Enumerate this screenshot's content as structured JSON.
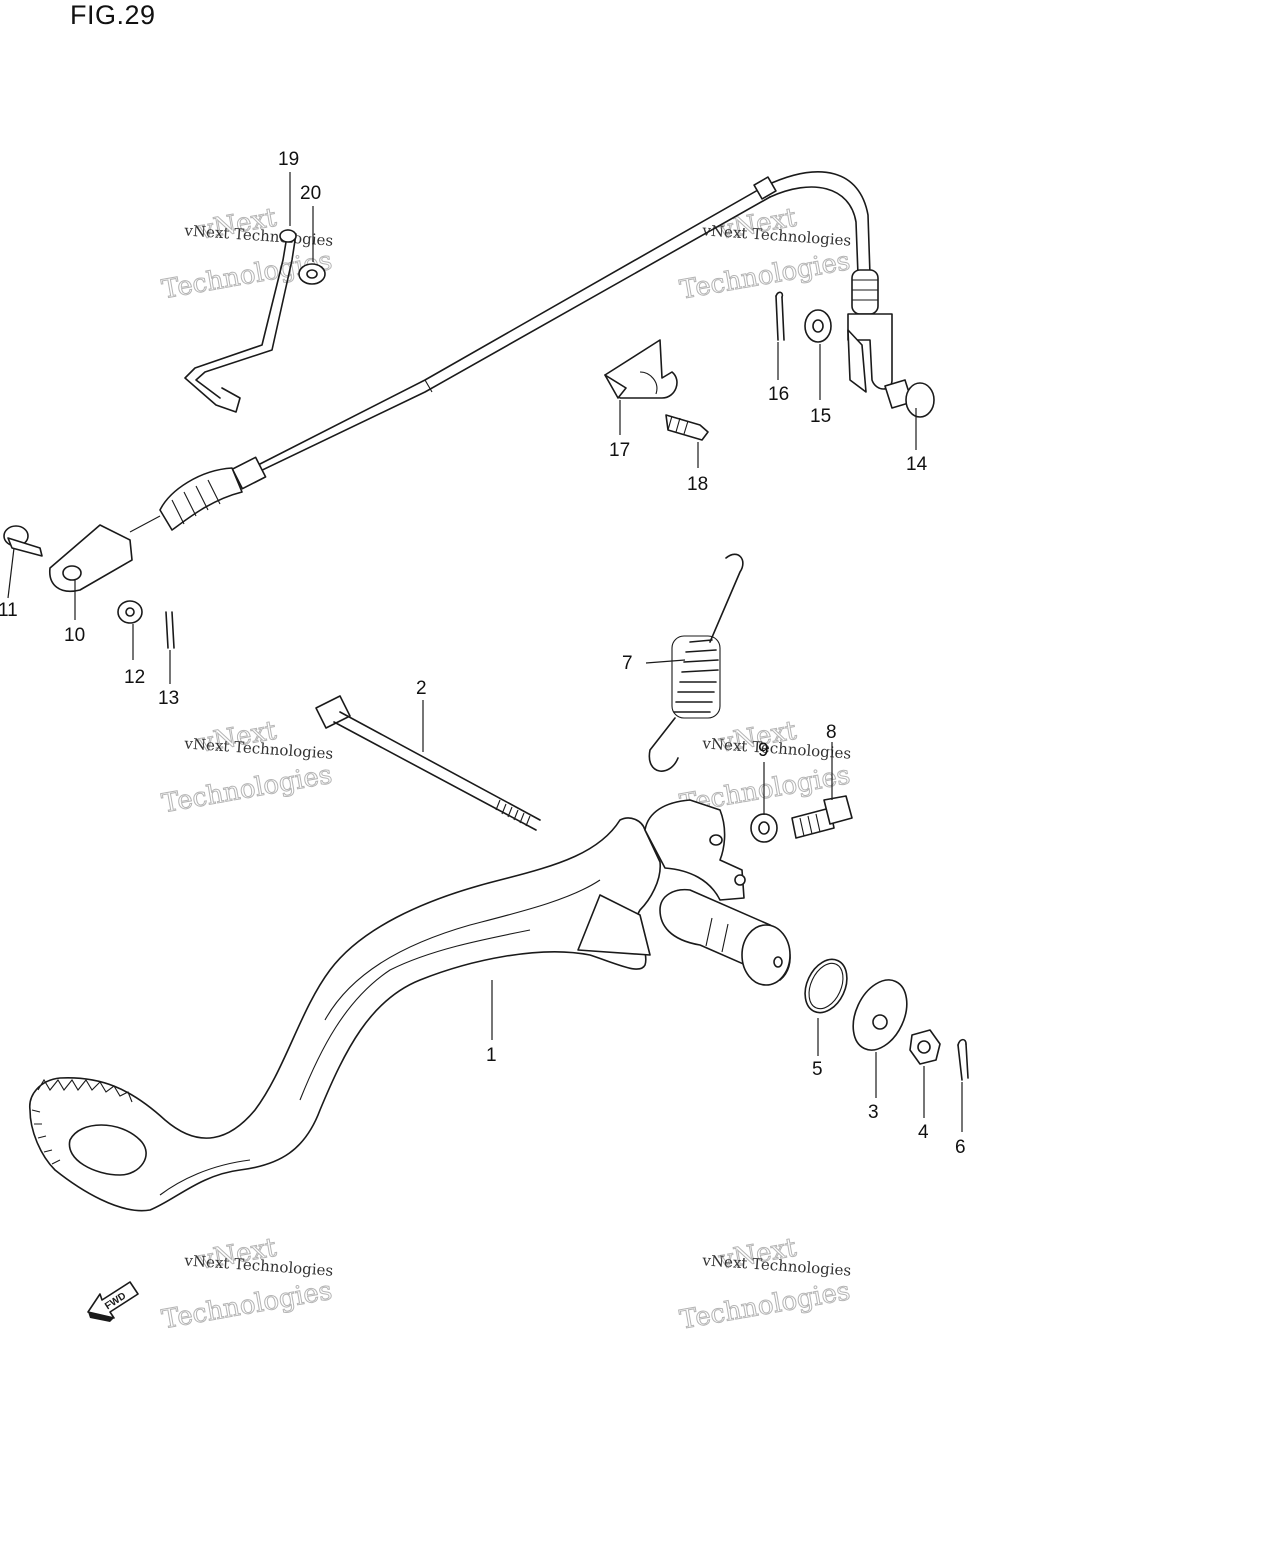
{
  "figure": {
    "title": "FIG.29"
  },
  "watermark": {
    "line1": "vNext Technologies",
    "line2": "vNext",
    "line3": "Technologies"
  },
  "fwd_label": "FWD",
  "callouts": [
    {
      "id": "c1",
      "text": "1"
    },
    {
      "id": "c2",
      "text": "2"
    },
    {
      "id": "c3",
      "text": "3"
    },
    {
      "id": "c4",
      "text": "4"
    },
    {
      "id": "c5",
      "text": "5"
    },
    {
      "id": "c6",
      "text": "6"
    },
    {
      "id": "c7",
      "text": "7"
    },
    {
      "id": "c8",
      "text": "8"
    },
    {
      "id": "c9",
      "text": "9"
    },
    {
      "id": "c10",
      "text": "10"
    },
    {
      "id": "c11",
      "text": "11"
    },
    {
      "id": "c12",
      "text": "12"
    },
    {
      "id": "c13",
      "text": "13"
    },
    {
      "id": "c14",
      "text": "14"
    },
    {
      "id": "c15",
      "text": "15"
    },
    {
      "id": "c16",
      "text": "16"
    },
    {
      "id": "c17",
      "text": "17"
    },
    {
      "id": "c18",
      "text": "18"
    },
    {
      "id": "c19",
      "text": "19"
    },
    {
      "id": "c20",
      "text": "20"
    }
  ]
}
